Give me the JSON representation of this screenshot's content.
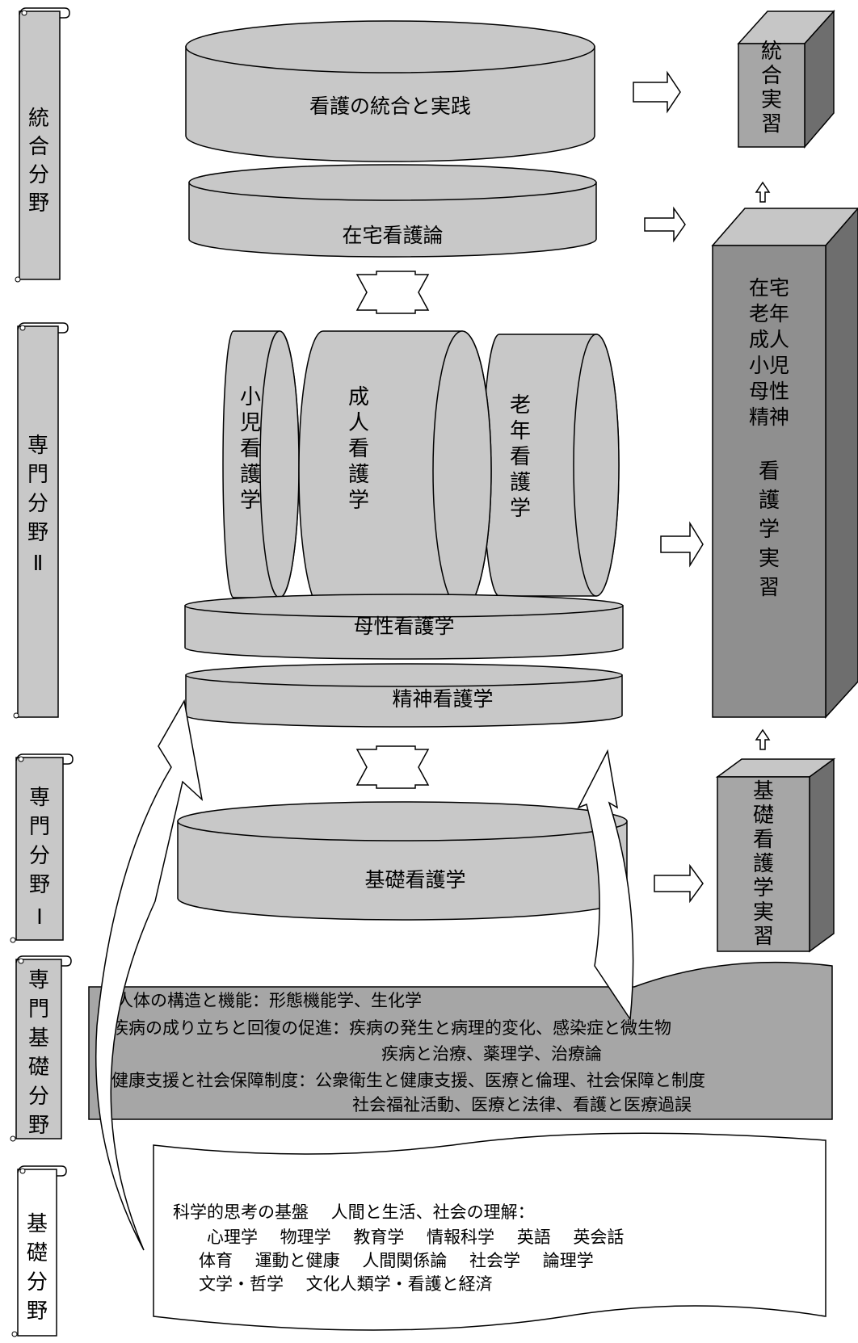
{
  "colors": {
    "cylinder_fill": "#c8c8c8",
    "box_front": "#a6a6a6",
    "box_side": "#6e6e6e",
    "box_top": "#c6c6c6",
    "tall_box_front": "#8f8f8f",
    "scroll_fill": "#d9d9d9",
    "stroke": "#000000"
  },
  "side_labels": {
    "tougou": "統合分野",
    "senmon2": "専門分野Ⅱ",
    "senmon1": "専門分野Ⅰ",
    "senmon_kiso": "専門基礎分野",
    "kiso": "基礎分野"
  },
  "cylinders": {
    "integration": "看護の統合と実践",
    "home_care": "在宅看護論",
    "pediatric": "小児看護学",
    "adult": "成人看護学",
    "geriatric": "老年看護学",
    "maternal": "母性看護学",
    "psychiatric": "精神看護学",
    "fundamental": "基礎看護学"
  },
  "practicum": {
    "integration": "統合実習",
    "combined_lines": [
      "在宅",
      "老年",
      "成人",
      "小児",
      "母性",
      "精神"
    ],
    "combined_suffix": "看護学実習",
    "fundamental": "基礎看護学実習"
  },
  "specialized_basics": {
    "line1": "人体の構造と機能：形態機能学、生化学",
    "line2": "疾病の成り立ちと回復の促進：疾病の発生と病理的変化、感染症と微生物",
    "line3": "疾病と治療、薬理学、治療論",
    "line4": "健康支援と社会保障制度：公衆衛生と健康支援、医療と倫理、社会保障と制度",
    "line5": "社会福祉活動、医療と法律、看護と医療過誤"
  },
  "basic_field": {
    "line1": "科学的思考の基盤　 人間と生活、社会の理解：",
    "line2": "心理学　 物理学　 教育学　 情報科学　 英語　 英会話",
    "line3": "体育　 運動と健康　 人間関係論　 社会学　 論理学",
    "line4": "文学・哲学　 文化人類学・看護と経済"
  }
}
